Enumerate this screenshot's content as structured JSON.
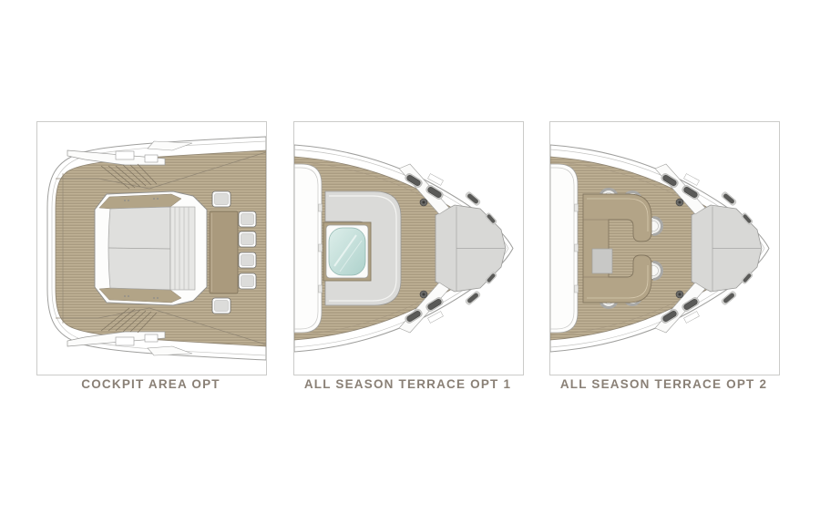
{
  "figure": {
    "type": "yacht-deck-plan-options",
    "panels": [
      {
        "id": "cockpit-area",
        "label": "COCKPIT AREA OPT",
        "description": "Top view of cockpit: teak deck, white-framed lounge with grey cushions, teak dining table with six chairs, side walkways and steps"
      },
      {
        "id": "all-season-terrace-1",
        "label": "ALL SEASON TERRACE OPT 1",
        "description": "Bow terrace: grey C-shaped lounge wrapped around a glass skylight, teak foredeck, grey bow sun pad, mooring cleats"
      },
      {
        "id": "all-season-terrace-2",
        "label": "ALL SEASON TERRACE OPT 2",
        "description": "Bow terrace: tan C-shaped sofa with six round stools, teak foredeck, grey bow sun pad, mooring cleats"
      }
    ],
    "colors": {
      "teak_deck": "#b5a78b",
      "teak_light": "#c1b398",
      "teak_dark": "#a2947a",
      "panel_border": "#cbcbc9",
      "label_text": "#8a8076",
      "cushion_grey": "#dfdfdd",
      "lounge_grey": "#dadad8",
      "sofa_tan": "#b3a487",
      "table_tan": "#aa9a7d",
      "skylight_glass_light": "#ddeeea",
      "skylight_glass_dark": "#aed2cc",
      "hull_white": "#ffffff",
      "fitting_dark": "#5a5a58"
    }
  }
}
